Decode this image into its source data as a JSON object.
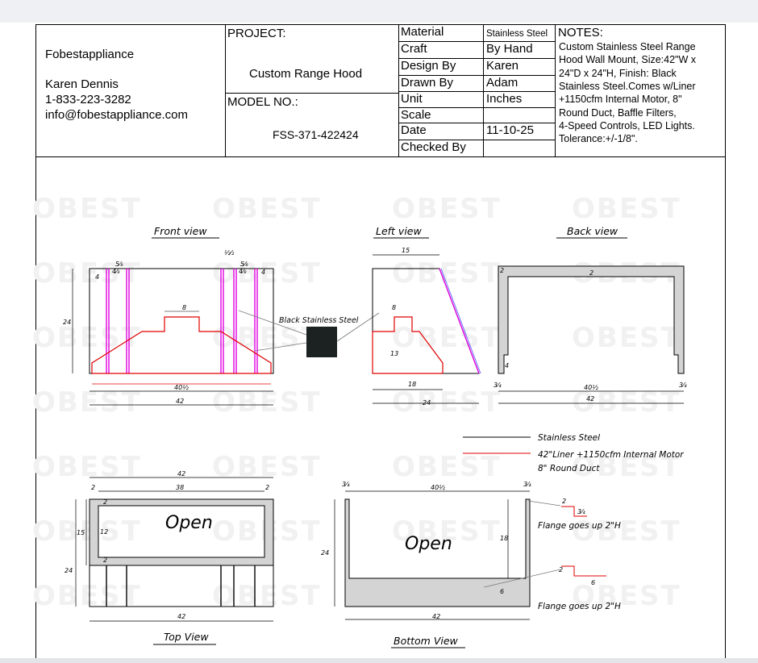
{
  "company": {
    "name": "Fobestappliance",
    "contact_name": "Karen Dennis",
    "phone": "1-833-223-3282",
    "email": "info@fobestappliance.com"
  },
  "project": {
    "label": "PROJECT:",
    "value": "Custom Range Hood",
    "model_label": "MODEL NO.:",
    "model_value": "FSS-371-422424"
  },
  "specs": [
    {
      "label": "Material",
      "value": "Stainless Steel"
    },
    {
      "label": "Craft",
      "value": "By Hand"
    },
    {
      "label": "Design By",
      "value": "Karen"
    },
    {
      "label": "Drawn By",
      "value": "Adam"
    },
    {
      "label": "Unit",
      "value": "Inches"
    },
    {
      "label": "Scale",
      "value": ""
    },
    {
      "label": "Date",
      "value": "11-10-25"
    },
    {
      "label": "Checked By",
      "value": ""
    }
  ],
  "notes": {
    "label": "NOTES:",
    "lines": [
      "Custom Stainless Steel Range",
      "Hood Wall Mount, Size:42\"W x",
      "24\"D x 24\"H, Finish: Black",
      "Stainless Steel.Comes w/Liner",
      "+1150cfm Internal Motor, 8\"",
      "Round Duct, Baffle Filters,",
      "4-Speed Controls, LED Lights.",
      "Tolerance:+/-1/8\"."
    ]
  },
  "drawing": {
    "watermark": "OBEST",
    "views": {
      "front": "Front view",
      "left": "Left view",
      "back": "Back view",
      "top": "Top View",
      "bottom": "Bottom View"
    },
    "finish_label": "Black Stainless Steel",
    "legend": {
      "stainless": "Stainless Steel",
      "liner": "42\"Liner +1150cfm Internal Motor",
      "duct": "8\" Round Duct"
    },
    "open_label": "Open",
    "flange_note": "Flange goes up 2\"H",
    "dims": {
      "d24": "24",
      "d42": "42",
      "d40h": "40½",
      "d4": "4",
      "d58": "5⁄₈",
      "d48": "4⁄₈",
      "d12h": "½⁄₂",
      "d8": "8",
      "d15": "15",
      "d13": "13",
      "d18": "18",
      "d2": "2",
      "d34": "3⁄₄",
      "d38": "38",
      "d12": "12",
      "d6": "6"
    }
  },
  "colors": {
    "stainless_line": "#000000",
    "liner_line": "#e00000",
    "filter_line": "#e000e0",
    "black_swatch": "#1c2221",
    "steel_fill": "#d4d4d4"
  }
}
